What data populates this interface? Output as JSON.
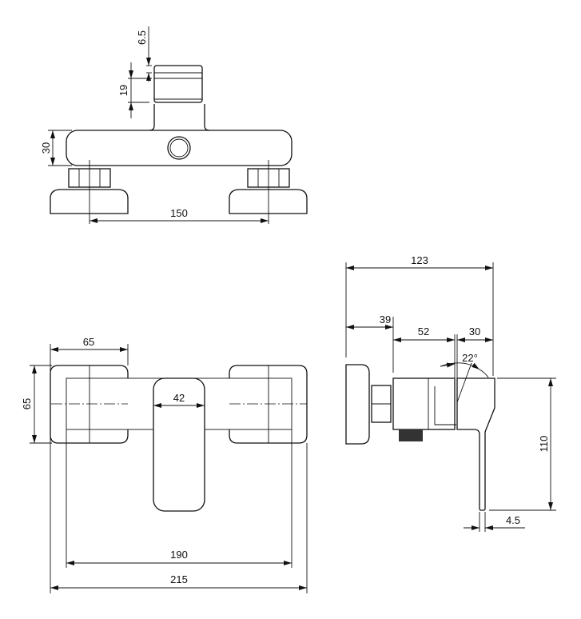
{
  "top_view": {
    "dims": {
      "cap_offset": "6.5",
      "cap_height": "19",
      "body_height": "30",
      "center_distance": "150"
    }
  },
  "front_view": {
    "dims": {
      "knob_width": "65",
      "knob_height": "65",
      "handle_width": "42",
      "inner_width": "190",
      "overall_width": "215"
    }
  },
  "side_view": {
    "dims": {
      "overall_depth": "123",
      "plate_depth": "39",
      "body_depth": "52",
      "lever_depth": "30",
      "lever_angle": "22°",
      "lever_height": "110",
      "lever_thickness": "4.5"
    }
  },
  "colors": {
    "line": "#111111",
    "background": "#ffffff"
  }
}
